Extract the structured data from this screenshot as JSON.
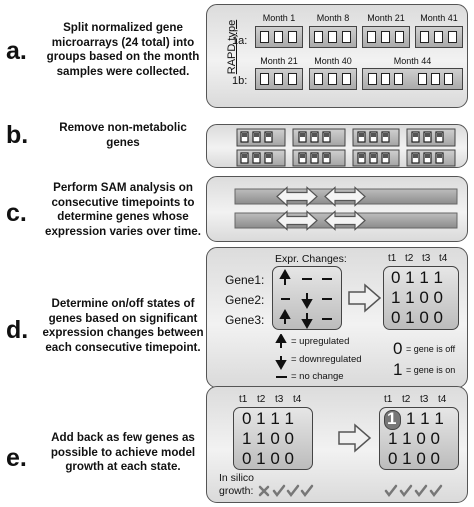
{
  "steps": [
    {
      "letter": "a.",
      "text": "Split normalized gene microarrays (24 total) into groups based on the month samples were collected."
    },
    {
      "letter": "b.",
      "text": "Remove non-metabolic genes"
    },
    {
      "letter": "c.",
      "text": "Perform SAM analysis on consecutive timepoints to determine genes whose expression varies over time."
    },
    {
      "letter": "d.",
      "text": "Determine on/off states of genes based on significant expression changes between each consecutive timepoint."
    },
    {
      "letter": "e.",
      "text": "Add back as few genes as possible to achieve model growth at each state."
    }
  ],
  "panel_a": {
    "rapd_label": "RAPD type",
    "row1_label": "1a:",
    "row2_label": "1b:",
    "row1_months": [
      "Month 1",
      "Month 8",
      "Month 21",
      "Month 41"
    ],
    "row2_months": [
      "Month 21",
      "Month 40",
      "Month 44"
    ]
  },
  "panel_d": {
    "expr_title": "Expr. Changes:",
    "genes": [
      "Gene1:",
      "Gene2:",
      "Gene3:"
    ],
    "timepoints": [
      "t1",
      "t2",
      "t3",
      "t4"
    ],
    "matrix": [
      "0 1 1 1",
      "1 1 0 0",
      "0 1 0 0"
    ],
    "legend_up": "= upregulated",
    "legend_down": "= downregulated",
    "legend_none": "= no change",
    "off_symbol": "0",
    "off_text": "= gene is off",
    "on_symbol": "1",
    "on_text": "= gene is on"
  },
  "panel_e": {
    "timepoints": [
      "t1",
      "t2",
      "t3",
      "t4"
    ],
    "matrix_left": [
      "0 1 1 1",
      "1 1 0 0",
      "0 1 0 0"
    ],
    "right_first_row_highlight": "1",
    "right_first_row_rest": "1 1 1",
    "matrix_right_rest": [
      "1 1 0 0",
      "0 1 0 0"
    ],
    "in_silico_label_1": "In silico",
    "in_silico_label_2": "growth:"
  }
}
